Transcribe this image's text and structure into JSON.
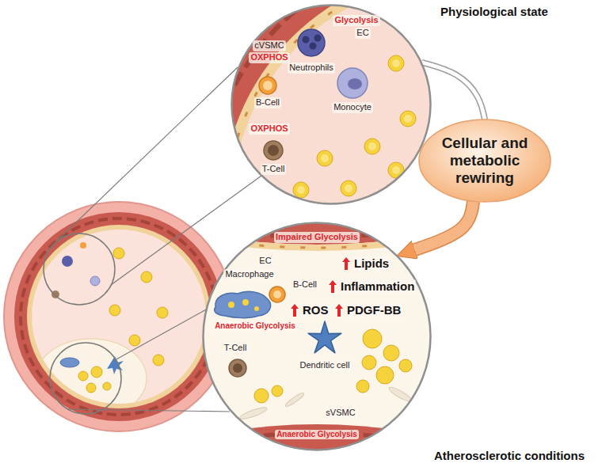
{
  "diagram": {
    "nodes": [
      {
        "text": [
          "Physiological state"
        ]
      },
      {
        "text": [
          "Cellular and metabolic rewiring"
        ]
      },
      {
        "text": [
          "Atherosclerotic conditions"
        ]
      }
    ],
    "edges": [
      {
        "from": 0,
        "to": 1,
        "arrow": "none"
      },
      {
        "from": 1,
        "to": 2,
        "arrow": "to"
      }
    ],
    "labels": [
      "Glycolysis",
      "EC",
      "cVSMC",
      "OXPHOS",
      "Neutrophils",
      "B-Cell",
      "Monocyte",
      "OXPHOS",
      "T-Cell",
      "Impaired Glycolysis",
      "EC",
      "Macrophage",
      "B-Cell",
      "Lipids",
      "Inflammation",
      "Anaerobic Glycolysis",
      "ROS",
      "PDGF-BB",
      "T-Cell",
      "Dendritic cell",
      "sVSMC",
      "Anaerobic Glycolysis"
    ]
  }
}
